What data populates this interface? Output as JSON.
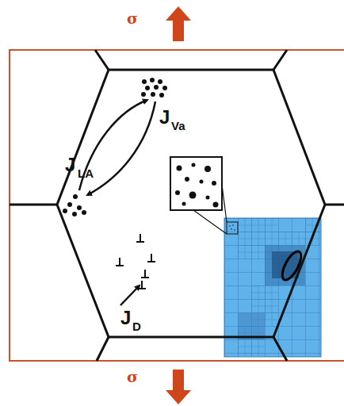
{
  "diagram": {
    "labels": [
      "σ",
      "J",
      "LA",
      "J",
      "Va",
      "J",
      "D",
      "σ"
    ]
  }
}
